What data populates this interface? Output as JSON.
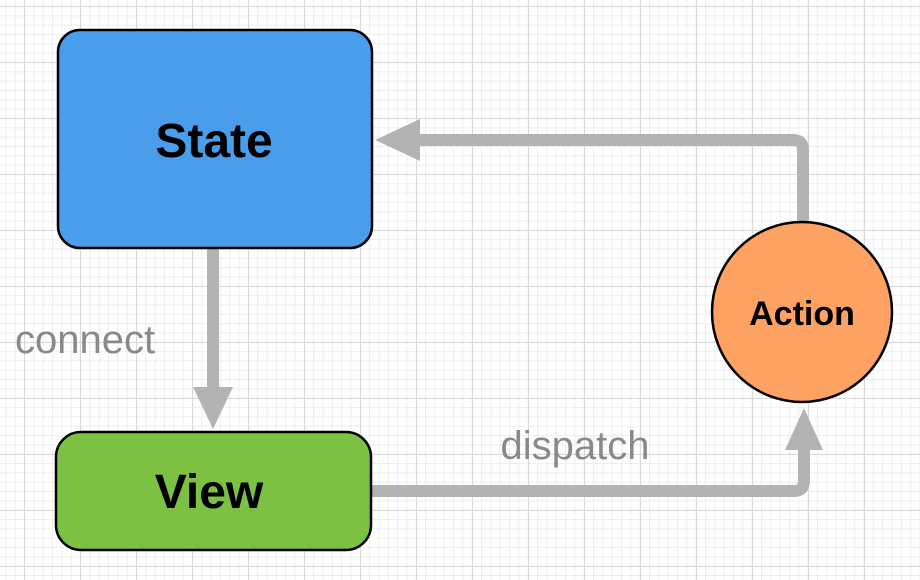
{
  "diagram": {
    "title": "unidirectional data flow (state / view / action)",
    "nodes": [
      {
        "id": "state",
        "label": "State",
        "shape": "rounded-rect",
        "fill": "#4A9DEB"
      },
      {
        "id": "view",
        "label": "View",
        "shape": "rounded-rect",
        "fill": "#7CC142"
      },
      {
        "id": "action",
        "label": "Action",
        "shape": "circle",
        "fill": "#FDA263"
      }
    ],
    "edges": [
      {
        "from": "state",
        "to": "view",
        "label": "connect"
      },
      {
        "from": "view",
        "to": "action",
        "label": "dispatch"
      },
      {
        "from": "action",
        "to": "state"
      }
    ]
  },
  "colors": {
    "node_border": "#000000",
    "node_label": "#000000",
    "arrow": "#B3B3B3",
    "edge_label": "#898989"
  }
}
